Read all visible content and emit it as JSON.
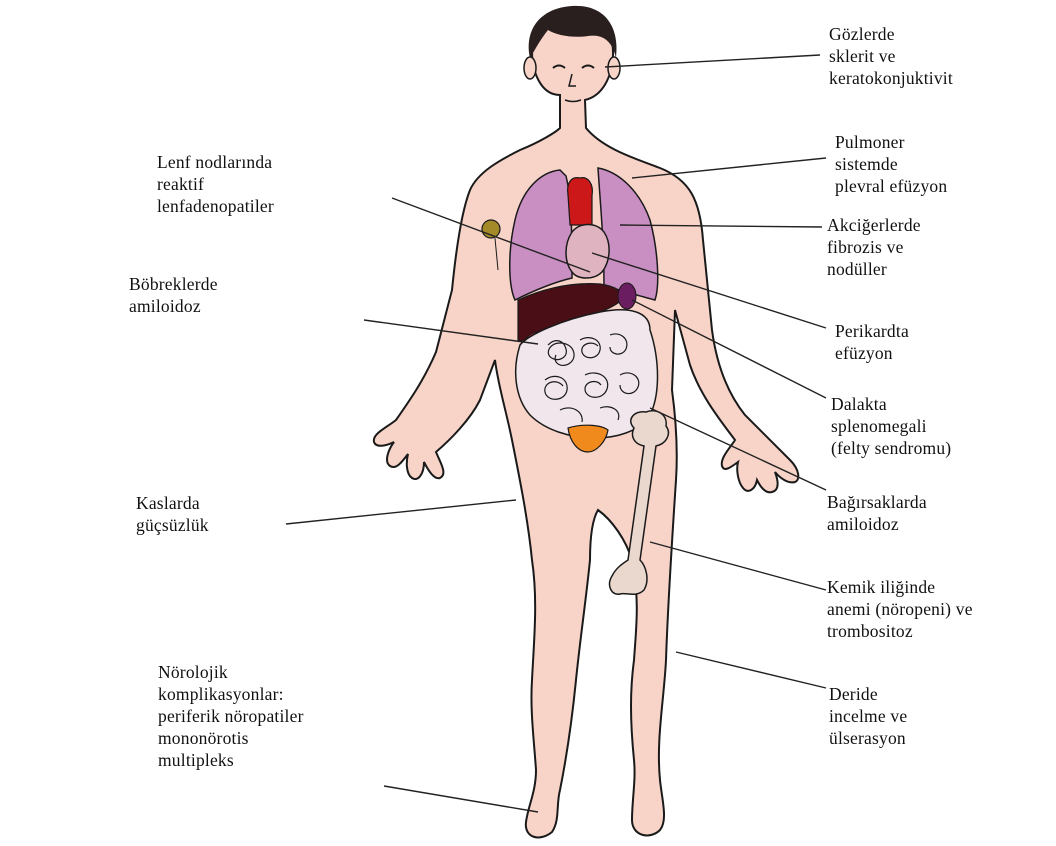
{
  "colors": {
    "skin": "#f7d3c8",
    "outline": "#1a1a1a",
    "lung": "#c98fc2",
    "heart": "#e0b3c0",
    "aorta": "#cc1818",
    "liver": "#4a0f16",
    "spleen": "#6a1d60",
    "kidney": "#b3202a",
    "intestine": "#f1e6ec",
    "bladder": "#f08a1c",
    "bone": "#ead8cf",
    "lymph": "#a58a2a",
    "hair": "#2a1f1f",
    "leader": "#222222"
  },
  "labels": {
    "eyes": [
      "Gözlerde",
      "sklerit ve",
      "keratokonjuktivit"
    ],
    "pulmonary": [
      "Pulmoner",
      "sistemde",
      "plevral efüzyon"
    ],
    "lungs": [
      "Akciğerlerde",
      "fibrozis ve",
      "nodüller"
    ],
    "pericardium": [
      "Perikardta",
      "efüzyon"
    ],
    "spleen": [
      "Dalakta",
      "splenomegali",
      "(felty sendromu)"
    ],
    "bowel": [
      "Bağırsaklarda",
      "amiloidoz"
    ],
    "marrow": [
      "Kemik iliğinde",
      "anemi (nöropeni) ve",
      "trombositoz"
    ],
    "skin": [
      "Deride",
      "incelme ve",
      "ülserasyon"
    ],
    "lymph": [
      "Lenf nodlarında",
      "reaktif",
      "lenfadenopatiler"
    ],
    "kidney": [
      "Böbreklerde",
      "amiloidoz"
    ],
    "muscle": [
      "Kaslarda",
      "güçsüzlük"
    ],
    "neuro": [
      "Nörolojik",
      "komplikasyonlar:",
      "periferik nöropatiler",
      "mononörotis",
      "multipleks"
    ]
  }
}
